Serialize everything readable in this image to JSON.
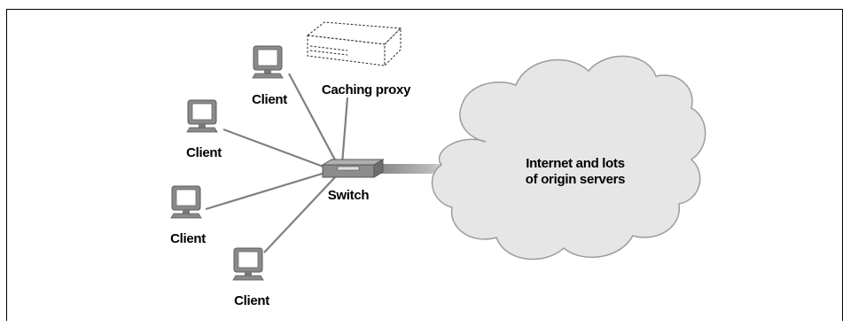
{
  "diagram": {
    "clients": [
      {
        "label": "Client"
      },
      {
        "label": "Client"
      },
      {
        "label": "Client"
      },
      {
        "label": "Client"
      }
    ],
    "proxy": {
      "label": "Caching proxy"
    },
    "switch": {
      "label": "Switch"
    },
    "cloud": {
      "line1": "Internet and lots",
      "line2": "of origin servers"
    }
  },
  "colors": {
    "line": "#7f7f7f",
    "cloud_fill": "#e6e6e6",
    "cloud_stroke": "#9c9c9c",
    "device_fill": "#8c8c8c",
    "device_dark": "#555555"
  }
}
